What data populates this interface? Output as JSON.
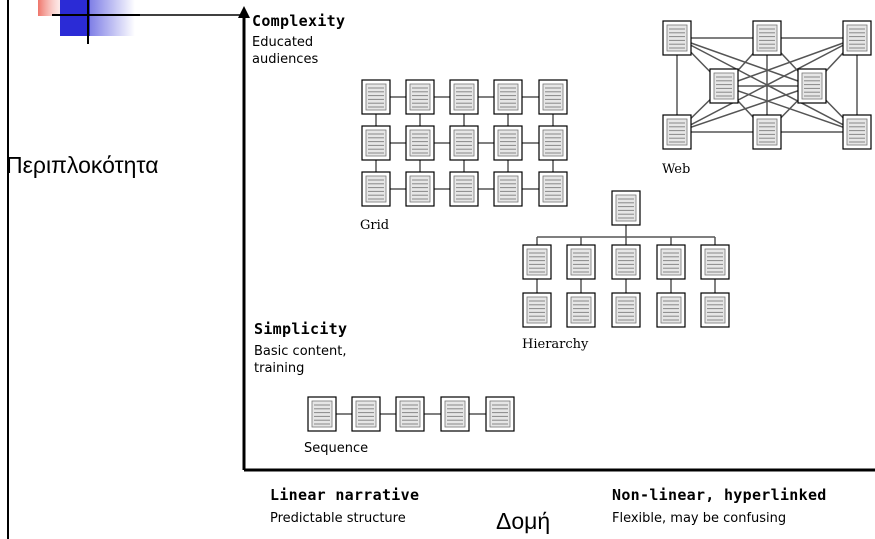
{
  "axes": {
    "y_label": "Περιπλοκότητα",
    "x_label": "Δομή"
  },
  "corners": {
    "top_title": "Complexity",
    "top_sub": [
      "Educated",
      "audiences"
    ],
    "mid_title": "Simplicity",
    "mid_sub": [
      "Basic content,",
      "training"
    ],
    "bottom_left_title": "Linear narrative",
    "bottom_left_sub": "Predictable structure",
    "bottom_right_title": "Non-linear, hyperlinked",
    "bottom_right_sub": "Flexible, may be confusing"
  },
  "structures": {
    "sequence": "Sequence",
    "grid": "Grid",
    "hierarchy": "Hierarchy",
    "web": "Web"
  },
  "colors": {
    "logo_blue": "#2b2bd6",
    "logo_red": "#e83a2a",
    "page_fill": "#e6e6e6",
    "line_gray": "#555555"
  }
}
